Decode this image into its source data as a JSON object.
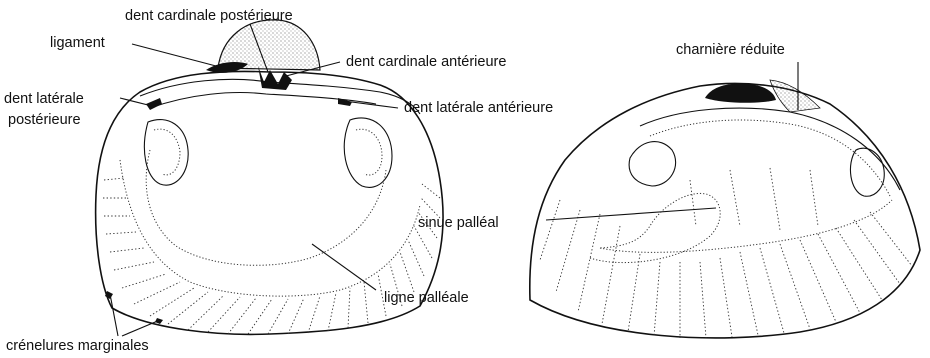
{
  "labels": {
    "dent_cardinale_posterieure": "dent cardinale postérieure",
    "ligament": "ligament",
    "dent_cardinale_anterieure": "dent cardinale antérieure",
    "dent_laterale": "dent latérale",
    "posterieure": "postérieure",
    "dent_laterale_anterieure": "dent latérale antérieure",
    "sinue_palleal": "sinue palléal",
    "ligne_palleale": "ligne palléale",
    "crenelures_marginales": "crénelures marginales",
    "charniere_reduite": "charnière réduite"
  }
}
